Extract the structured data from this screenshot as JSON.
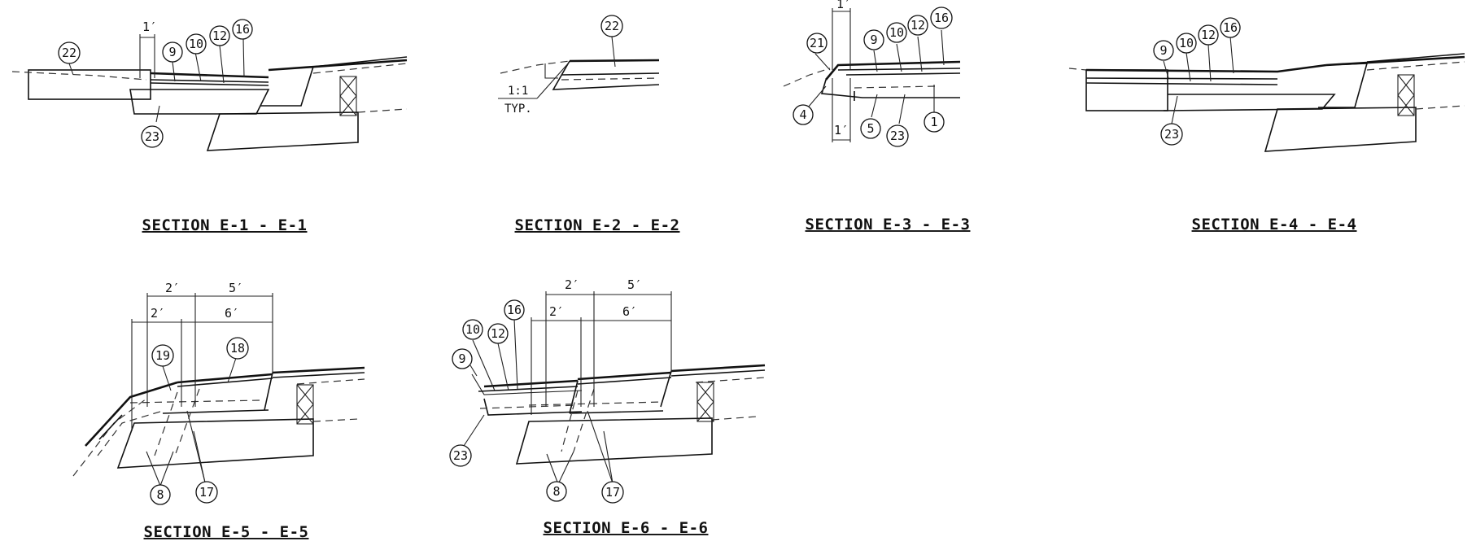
{
  "sections": [
    {
      "title": "SECTION E-1 - E-1",
      "callouts": [
        "22",
        "9",
        "10",
        "12",
        "16",
        "23"
      ],
      "dimensions": [
        "1′"
      ]
    },
    {
      "title": "SECTION E-2 - E-2",
      "callouts": [
        "22"
      ],
      "notes": [
        "1:1",
        "TYP."
      ]
    },
    {
      "title": "SECTION E-3 - E-3",
      "callouts": [
        "21",
        "9",
        "10",
        "12",
        "16",
        "4",
        "5",
        "23",
        "1"
      ],
      "dimensions": [
        "1′",
        "1′"
      ]
    },
    {
      "title": "SECTION E-4 - E-4",
      "callouts": [
        "9",
        "10",
        "12",
        "16",
        "23"
      ]
    },
    {
      "title": "SECTION E-5 - E-5",
      "callouts": [
        "19",
        "18",
        "8",
        "17"
      ],
      "dimensions": [
        "2′",
        "5′",
        "2′",
        "6′"
      ]
    },
    {
      "title": "SECTION E-6 - E-6",
      "callouts": [
        "10",
        "12",
        "16",
        "9",
        "23",
        "8",
        "17"
      ],
      "dimensions": [
        "2′",
        "5′",
        "2′",
        "6′"
      ]
    }
  ]
}
